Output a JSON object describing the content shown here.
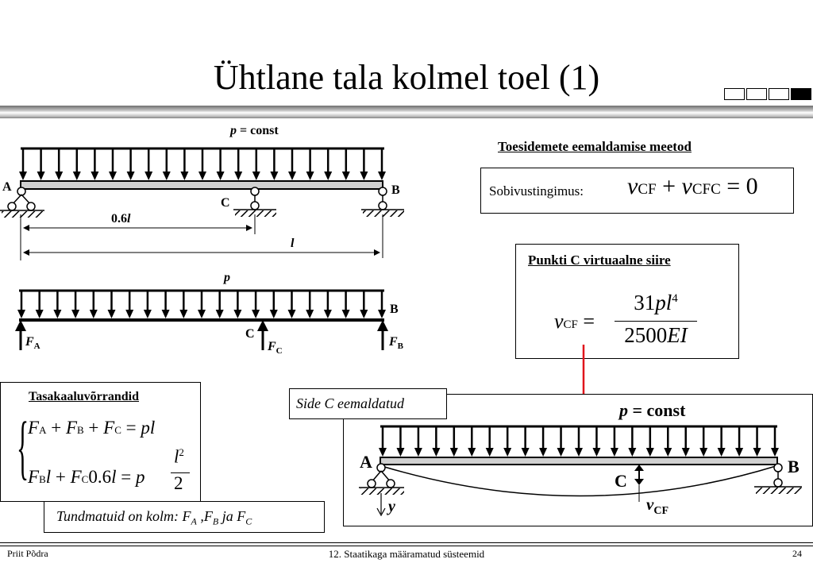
{
  "slide": {
    "title": "Ühtlane tala kolmel toel (1)",
    "footer": {
      "author": "Priit Põdra",
      "course": "12. Staatikaga määramatud süsteemid",
      "page": "24"
    }
  },
  "diagram_top": {
    "load_label_var": "p",
    "load_label_rest": " = const",
    "support_a": "A",
    "support_b": "B",
    "support_c": "C",
    "dim_short_num": "0.6",
    "dim_short_var": "l",
    "dim_long": "l"
  },
  "diagram_fbd": {
    "load_label": "p",
    "point_b": "B",
    "point_c": "C",
    "force_a": "F",
    "force_a_sub": "A",
    "force_c": "F",
    "force_c_sub": "C",
    "force_b": "F",
    "force_b_sub": "B"
  },
  "method": {
    "heading": "Toesidemete eemaldamise meetod",
    "compat_label": "Sobivustingimus:"
  },
  "virtual": {
    "heading": "Punkti C virtuaalne siire"
  },
  "equilibrium": {
    "heading": "Tasakaaluvõrrandid"
  },
  "unknowns": {
    "text_prefix": "Tundmatuid on kolm: ",
    "fa": "F",
    "fa_sub": "A",
    "fb": "F",
    "fb_sub": "B",
    "fc": "F",
    "fc_sub": "C",
    "sep1": " ,",
    "sep2": " ja "
  },
  "removed": {
    "label": "Side C eemaldatud",
    "load_var": "p",
    "load_rest": " = const",
    "point_a": "A",
    "point_b": "B",
    "point_c": "C",
    "axis_y": "y",
    "deflection_var": "v",
    "deflection_sub": "CF"
  },
  "colors": {
    "arrow_red": "#e0141c"
  }
}
